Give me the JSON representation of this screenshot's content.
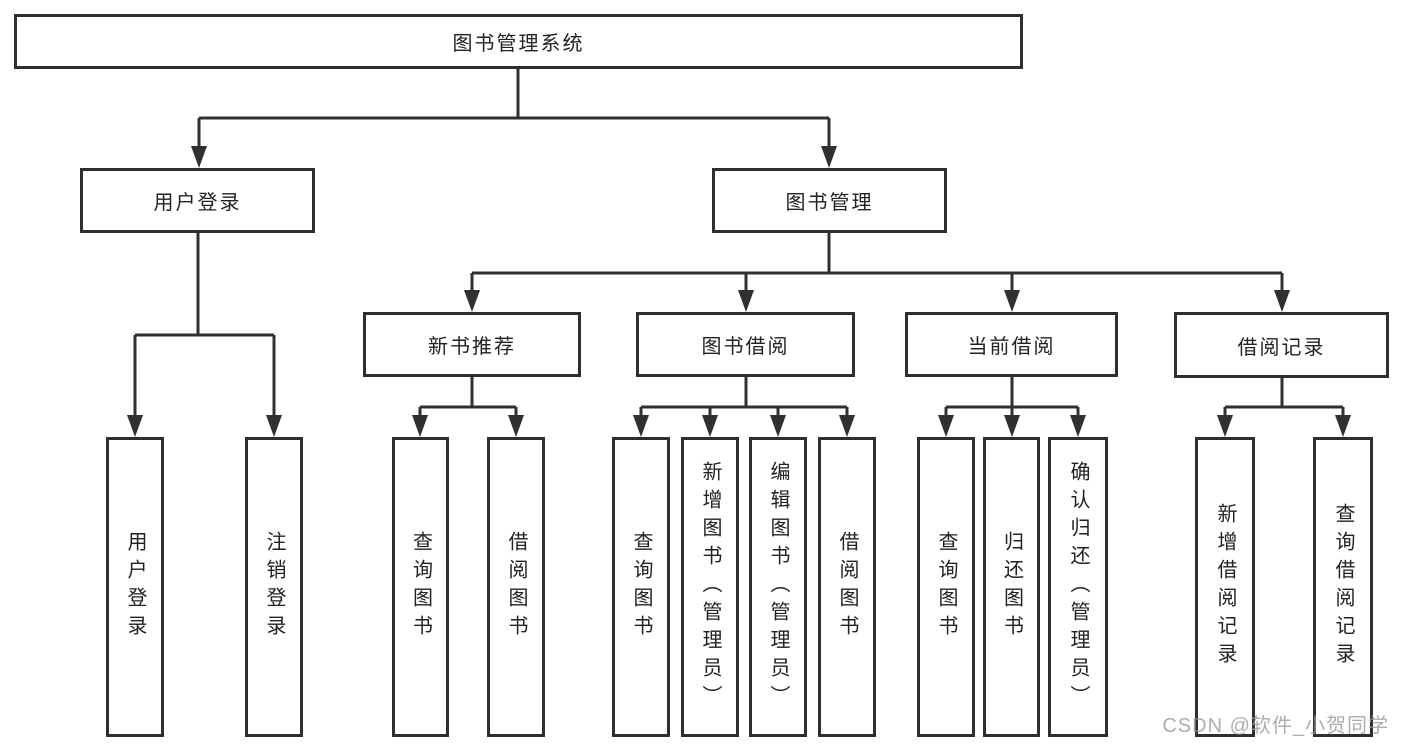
{
  "diagram": {
    "root": {
      "label": "图书管理系统"
    },
    "branches": [
      {
        "label": "用户登录",
        "leaves": [
          {
            "label": "用户登录"
          },
          {
            "label": "注销登录"
          }
        ]
      },
      {
        "label": "图书管理",
        "groups": [
          {
            "label": "新书推荐",
            "leaves": [
              {
                "label": "查询图书"
              },
              {
                "label": "借阅图书"
              }
            ]
          },
          {
            "label": "图书借阅",
            "leaves": [
              {
                "label": "查询图书"
              },
              {
                "label": "新增图书（管理员）"
              },
              {
                "label": "编辑图书（管理员）"
              },
              {
                "label": "借阅图书"
              }
            ]
          },
          {
            "label": "当前借阅",
            "leaves": [
              {
                "label": "查询图书"
              },
              {
                "label": "归还图书"
              },
              {
                "label": "确认归还（管理员）"
              }
            ]
          },
          {
            "label": "借阅记录",
            "leaves": [
              {
                "label": "新增借阅记录"
              },
              {
                "label": "查询借阅记录"
              }
            ]
          }
        ]
      }
    ]
  },
  "watermark": {
    "text": "CSDN @软件_小贺同学"
  },
  "colors": {
    "line": "#303030",
    "box_border": "#2f2f2f",
    "text": "#222222",
    "watermark": "#969696",
    "background": "#ffffff"
  }
}
